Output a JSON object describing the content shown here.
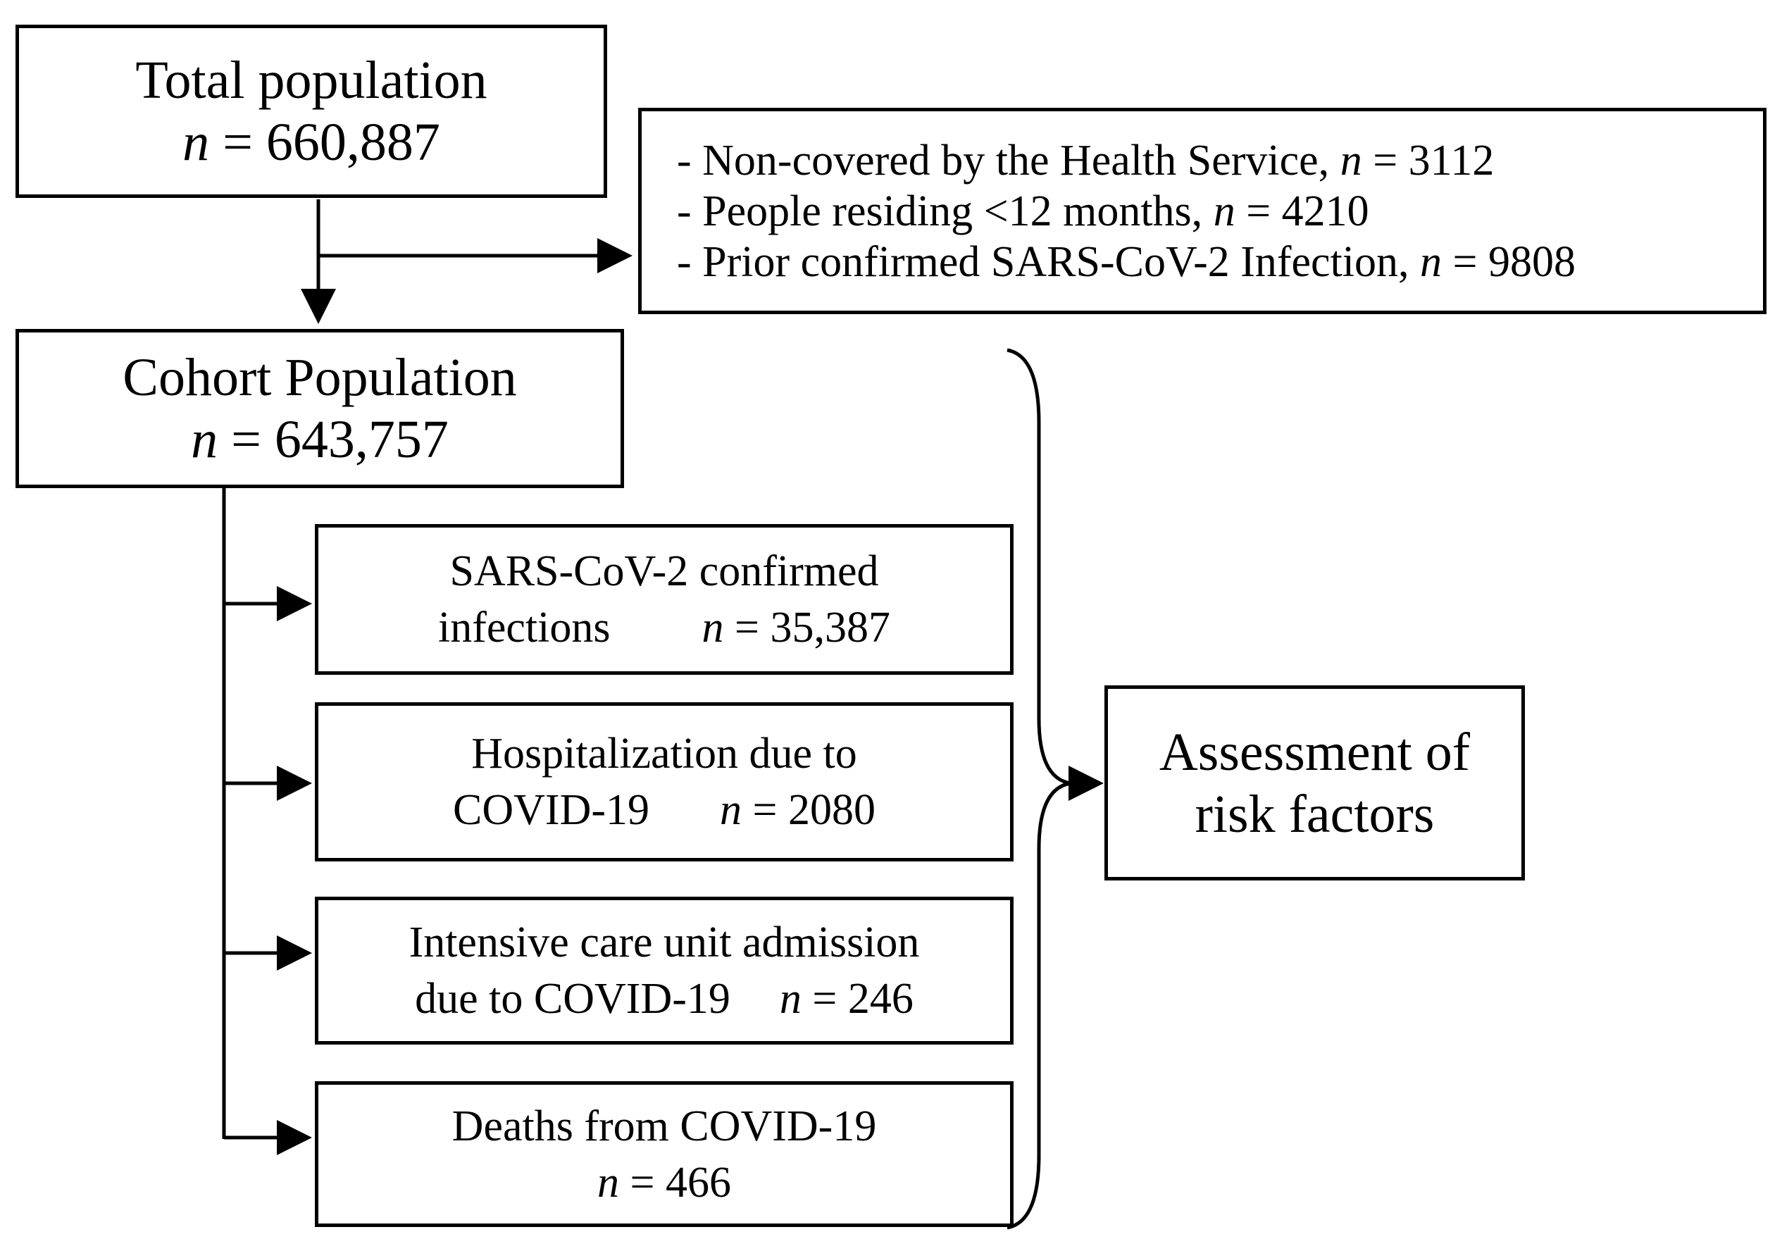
{
  "total": {
    "title": "Total population",
    "n_label": "n",
    "n_value": "= 660,887"
  },
  "exclusions": [
    {
      "text": "- Non-covered by the Health Service, ",
      "n_label": "n",
      "n_value": " = 3112"
    },
    {
      "text": "- People residing <12 months, ",
      "n_label": "n",
      "n_value": " = 4210"
    },
    {
      "text": "- Prior confirmed SARS-CoV-2 Infection, ",
      "n_label": "n",
      "n_value": " = 9808"
    }
  ],
  "cohort": {
    "title": "Cohort Population",
    "n_label": "n",
    "n_value": "= 643,757"
  },
  "outcomes": [
    {
      "line1": "SARS-CoV-2 confirmed",
      "line2": "infections",
      "n_label": "n",
      "n_value": "= 35,387"
    },
    {
      "line1": "Hospitalization due to",
      "line2": "COVID-19",
      "n_label": "n",
      "n_value": "= 2080"
    },
    {
      "line1": "Intensive care unit admission",
      "line2": "due to COVID-19",
      "n_label": "n",
      "n_value": "= 246"
    },
    {
      "line1": "Deaths from COVID-19",
      "line2": "",
      "n_label": "n",
      "n_value": "= 466"
    }
  ],
  "assessment": {
    "line1": "Assessment of",
    "line2": "risk factors"
  }
}
